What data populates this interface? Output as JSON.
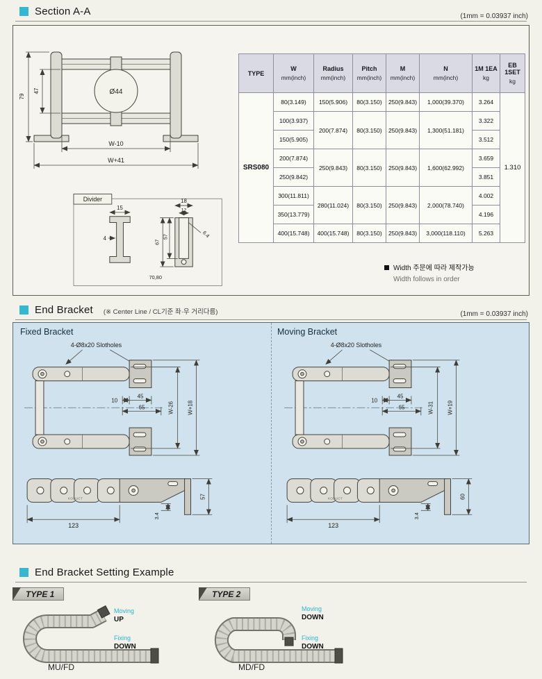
{
  "colors": {
    "accent_cyan": "#36b7d0",
    "table_header_bg": "#dadae4",
    "end_bracket_bg": "#cfe2ee"
  },
  "section_aa": {
    "title": "Section A-A",
    "mm_note": "(1mm = 0.03937 inch)",
    "drawing": {
      "dia": "Ø44",
      "height_outer": "79",
      "height_inner": "47",
      "width_inner": "W-10",
      "width_outer": "W+41"
    },
    "divider": {
      "label": "Divider",
      "top_width": "15",
      "web": "4",
      "outer_top": "18",
      "inner_top": "12",
      "height_outer": "67",
      "height_inner": "57",
      "hole": "6.4",
      "pair": "70,80"
    },
    "table": {
      "headers": {
        "type": "TYPE",
        "w": "W",
        "radius": "Radius",
        "pitch": "Pitch",
        "m": "M",
        "n": "N",
        "unit": "mm(inch)",
        "per_meter": "1M 1EA",
        "eb_set": "EB 1SET",
        "kg": "kg"
      },
      "type_value": "SRS080",
      "eb_value": "1.310",
      "groups": [
        {
          "radius": "150(5.906)",
          "pitch": "80(3.150)",
          "m": "250(9.843)",
          "n": "1,000(39.370)",
          "rows": [
            {
              "w": "80(3.149)",
              "kg": "3.264"
            }
          ]
        },
        {
          "radius": "200(7.874)",
          "pitch": "80(3.150)",
          "m": "250(9.843)",
          "n": "1,300(51.181)",
          "rows": [
            {
              "w": "100(3.937)",
              "kg": "3.322"
            },
            {
              "w": "150(5.905)",
              "kg": "3.512"
            }
          ]
        },
        {
          "radius": "250(9.843)",
          "pitch": "80(3.150)",
          "m": "250(9.843)",
          "n": "1,600(62.992)",
          "rows": [
            {
              "w": "200(7.874)",
              "kg": "3.659"
            },
            {
              "w": "250(9.842)",
              "kg": "3.851"
            }
          ]
        },
        {
          "radius": "280(11.024)",
          "pitch": "80(3.150)",
          "m": "250(9.843)",
          "n": "2,000(78.740)",
          "rows": [
            {
              "w": "300(11.811)",
              "kg": "4.002"
            },
            {
              "w": "350(13.779)",
              "kg": "4.196"
            }
          ]
        },
        {
          "radius": "400(15.748)",
          "pitch": "80(3.150)",
          "m": "250(9.843)",
          "n": "3,000(118.110)",
          "rows": [
            {
              "w": "400(15.748)",
              "kg": "5.263"
            }
          ]
        }
      ]
    },
    "note_kr": "Width 주문에 따라 제작가능",
    "note_en": "Width follows in order"
  },
  "end_bracket": {
    "title": "End Bracket",
    "subtitle": "(※ Center Line / CL기준 좌·우 거리다름)",
    "mm_note": "(1mm = 0.03937 inch)",
    "fixed": {
      "title": "Fixed Bracket",
      "slotholes": "4-Ø8x20 Slotholes",
      "offset1": "10",
      "offset2": "45",
      "offset3": "65",
      "width_inner": "W-26",
      "width_outer": "W+18",
      "length": "123",
      "gap": "3.4",
      "height": "57",
      "brand": "KODUCT"
    },
    "moving": {
      "title": "Moving Bracket",
      "slotholes": "4-Ø8x20 Slotholes",
      "offset1": "10",
      "offset2": "45",
      "offset3": "65",
      "width_inner": "W-31",
      "width_outer": "W+19",
      "length": "123",
      "gap": "3.4",
      "height": "60",
      "brand": "KODUCT"
    }
  },
  "setting_example": {
    "title": "End Bracket Setting Example",
    "types": [
      {
        "tag": "TYPE 1",
        "moving_label": "Moving",
        "moving_dir": "UP",
        "fixing_label": "Fixing",
        "fixing_dir": "DOWN",
        "code": "MU/FD"
      },
      {
        "tag": "TYPE 2",
        "moving_label": "Moving",
        "moving_dir": "DOWN",
        "fixing_label": "Fixing",
        "fixing_dir": "DOWN",
        "code": "MD/FD"
      }
    ]
  }
}
